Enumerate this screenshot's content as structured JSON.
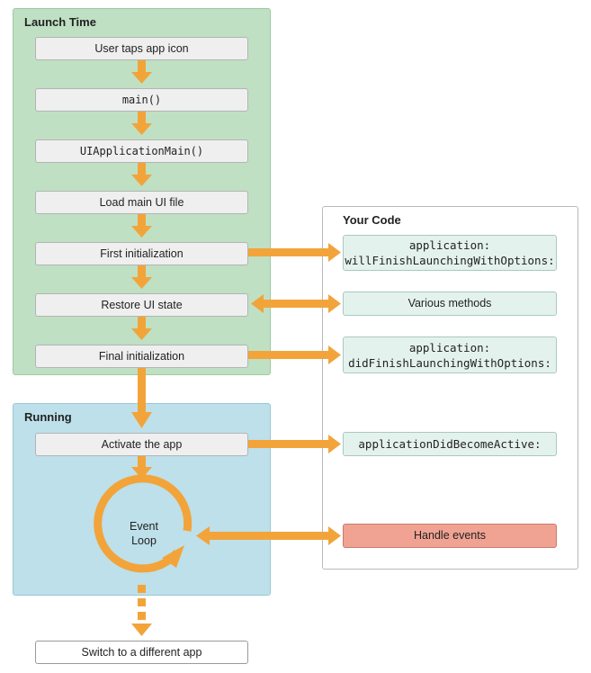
{
  "launch": {
    "title": "Launch Time",
    "steps": [
      "User taps app icon",
      "main()",
      "UIApplicationMain()",
      "Load main UI file",
      "First initialization",
      "Restore UI state",
      "Final initialization"
    ]
  },
  "running": {
    "title": "Running",
    "activate": "Activate the app",
    "loop_line1": "Event",
    "loop_line2": "Loop"
  },
  "your_code": {
    "title": "Your Code",
    "will_finish_line1": "application:",
    "will_finish_line2": "willFinishLaunchingWithOptions:",
    "various": "Various methods",
    "did_finish_line1": "application:",
    "did_finish_line2": "didFinishLaunchingWithOptions:",
    "become_active": "applicationDidBecomeActive:",
    "handle_events": "Handle events"
  },
  "switch_app": "Switch to a different app",
  "colors": {
    "arrow": "#f2a43a",
    "launch_bg": "#bfe0c3",
    "running_bg": "#bde0ea",
    "code_bg": "#e4f2ee",
    "handle_events_bg": "#f0a393"
  }
}
